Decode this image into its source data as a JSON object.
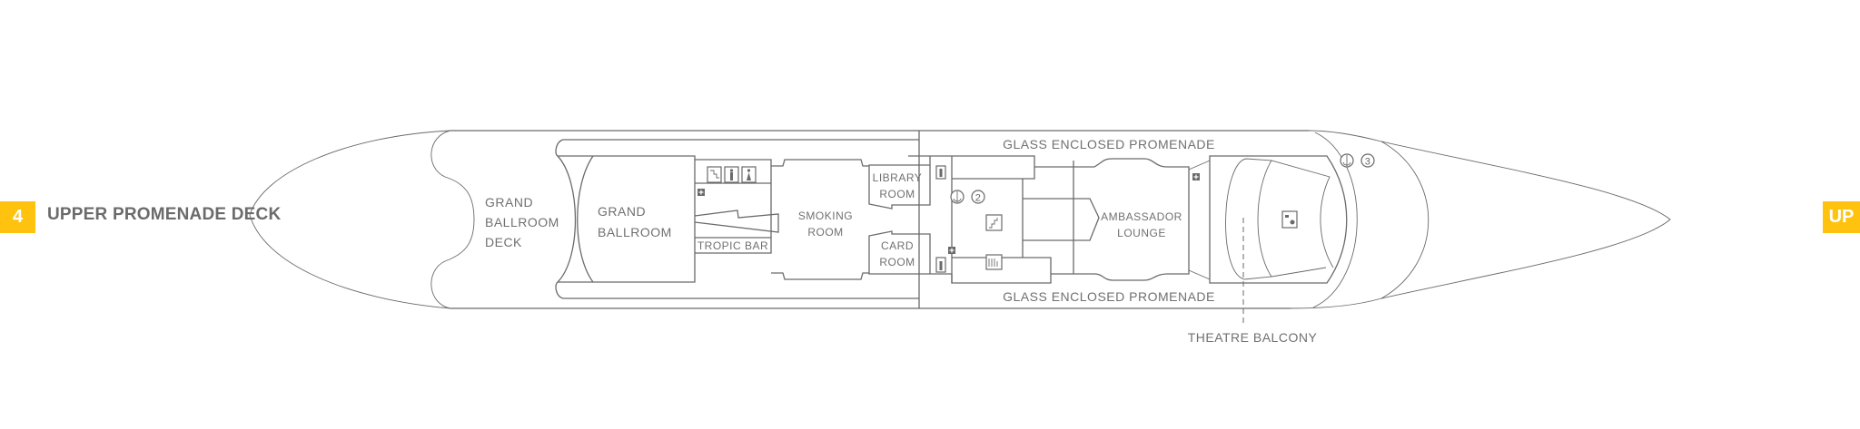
{
  "deck": {
    "number": "4",
    "name": "UPPER PROMENADE DECK",
    "direction_badge": "UP"
  },
  "colors": {
    "badge": "#FFC20E",
    "lines": "#6a6a6a",
    "text": "#707070"
  },
  "rooms": {
    "grand_ballroom_deck": [
      "GRAND",
      "BALLROOM",
      "DECK"
    ],
    "grand_ballroom": [
      "GRAND",
      "BALLROOM"
    ],
    "tropic_bar": "TROPIC BAR",
    "smoking_room": [
      "SMOKING",
      "ROOM"
    ],
    "library_room": [
      "LIBRARY",
      "ROOM"
    ],
    "card_room": [
      "CARD",
      "ROOM"
    ],
    "promenade_top": "GLASS ENCLOSED PROMENADE",
    "promenade_bottom": "GLASS ENCLOSED PROMENADE",
    "ambassador_lounge": [
      "AMBASSADOR",
      "LOUNGE"
    ],
    "theatre_balcony": "THEATRE BALCONY"
  },
  "icons": {
    "stair_marker_2": "2",
    "stair_marker_3": "3",
    "list": [
      "stairs-icon",
      "restroom-men-icon",
      "restroom-women-icon",
      "first-aid-icon",
      "anchor-icon",
      "lift-icon",
      "theatre-icon"
    ]
  }
}
